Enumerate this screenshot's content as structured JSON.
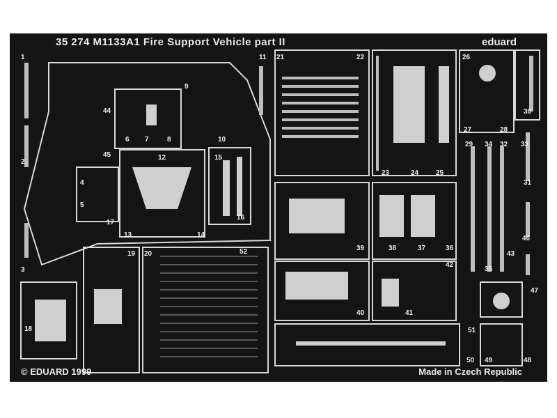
{
  "sheet": {
    "title": "35 274   M1133A1  Fire Support Vehicle   part II",
    "brand": "eduard",
    "copyright": "© EDUARD 1999",
    "origin": "Made in Czech Republic",
    "colors": {
      "background": "#ffffff",
      "fret": "#141414",
      "part": "#dcdcdc"
    }
  },
  "part_numbers": [
    "1",
    "2",
    "3",
    "4",
    "5",
    "6",
    "7",
    "8",
    "9",
    "10",
    "11",
    "12",
    "13",
    "14",
    "15",
    "16",
    "17",
    "18",
    "19",
    "20",
    "21",
    "22",
    "23",
    "24",
    "25",
    "26",
    "27",
    "28",
    "29",
    "30",
    "31",
    "32",
    "33",
    "34",
    "35",
    "36",
    "37",
    "38",
    "39",
    "40",
    "41",
    "42",
    "43",
    "44",
    "45",
    "46",
    "47",
    "48",
    "49",
    "50",
    "51",
    "52"
  ]
}
